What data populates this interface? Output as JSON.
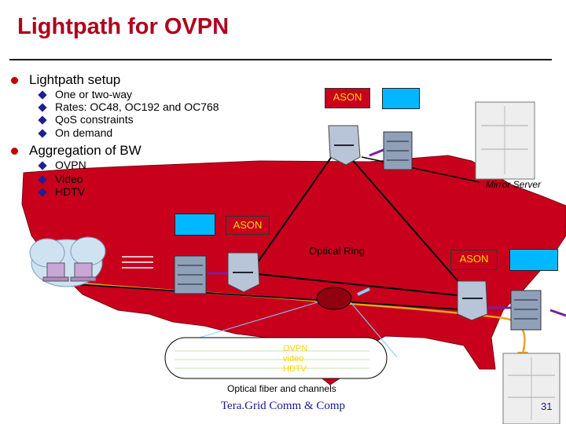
{
  "title": "Lightpath for OVPN",
  "bullets": [
    {
      "label": "Lightpath setup",
      "sub": [
        "One or two-way",
        "Rates: OC48, OC192 and OC768",
        "QoS constraints",
        "On demand"
      ]
    },
    {
      "label": "Aggregation of BW",
      "sub": [
        "OVPN",
        "Video",
        "HDTV"
      ]
    }
  ],
  "diagram": {
    "ason_labels": [
      "ASON",
      "ASON",
      "ASON"
    ],
    "ring_label": "Optical Ring",
    "mirror_label": "Mirror Server",
    "channels": [
      "OVPN",
      "video",
      "HDTV"
    ],
    "fiber_caption": "Optical fiber and channels"
  },
  "footer": "Tera.Grid Comm & Comp",
  "slide_number": "31",
  "colors": {
    "title": "#b0001c",
    "map": "#c8001c",
    "cyan_box": "#00b8ff",
    "footer": "#1a1a8c"
  }
}
